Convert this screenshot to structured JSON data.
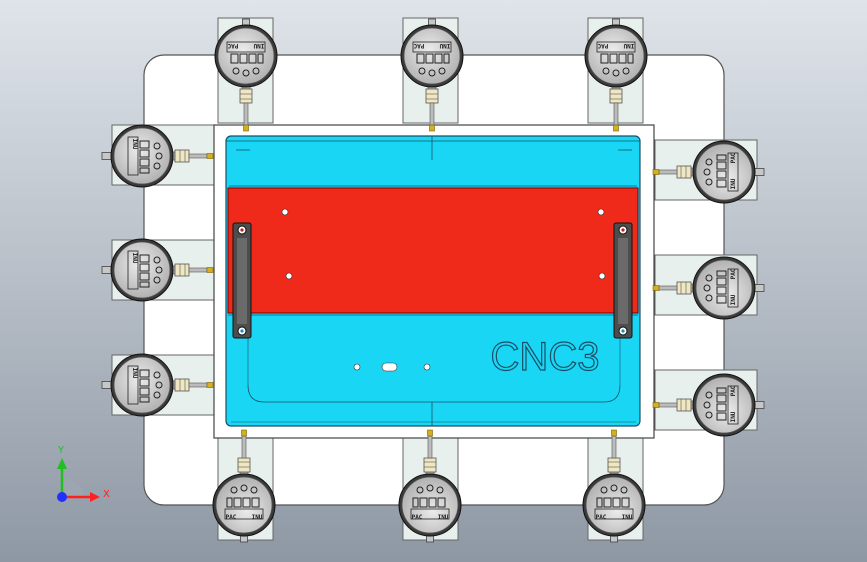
{
  "part_label": "CNC3",
  "axes": {
    "x_label": "X",
    "y_label": "Y"
  },
  "gauge_labels": {
    "left": "PAC",
    "right": "INU"
  },
  "colors": {
    "background_top": "#dfe4ea",
    "background_bottom": "#8e98a4",
    "base_plate": "#ffffff",
    "bracket": "#e8f0ee",
    "part_cyan": "#19d6f5",
    "part_red": "#f02a1a",
    "clamp": "#4d4d4d",
    "gauge_dark": "#3a3a3a",
    "gauge_face": "#d4d4d4",
    "brass": "#d4b020",
    "axis_x": "#ff2020",
    "axis_y": "#20c020",
    "axis_z": "#2030ff"
  }
}
